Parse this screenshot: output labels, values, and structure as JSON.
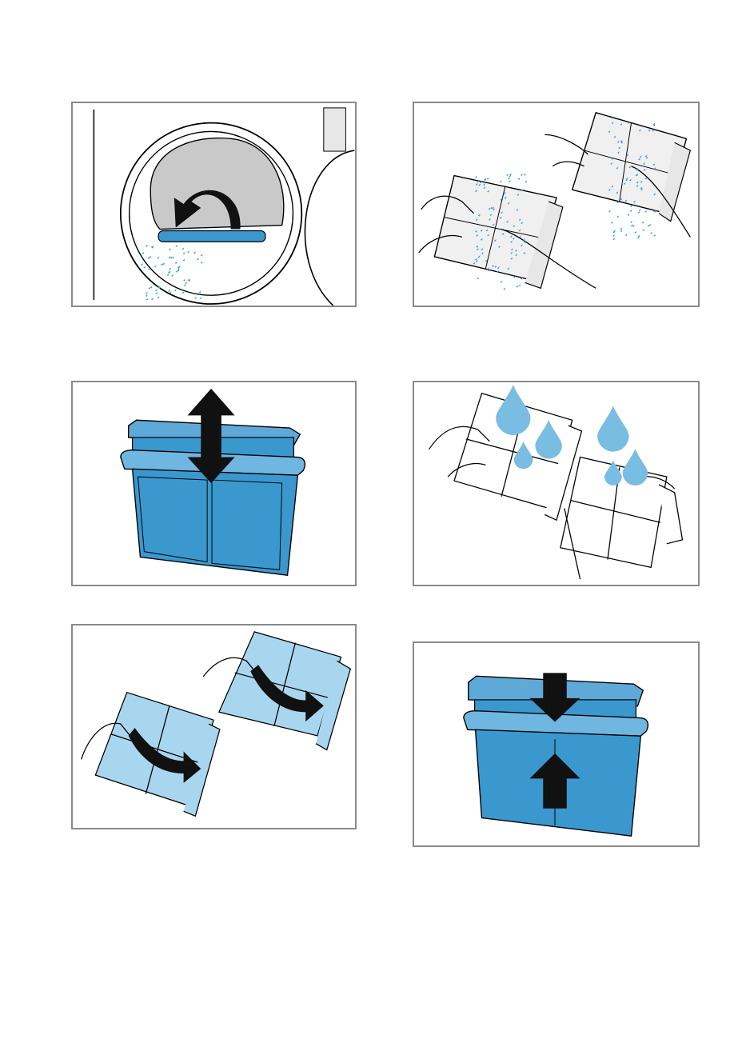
{
  "colors": {
    "frame": "#8a8a8a",
    "lint": "#3a9bd5",
    "filter_dark": "#3a98cf",
    "filter_light": "#a9d6ef",
    "water": "#79bde3",
    "arrow": "#111111"
  },
  "steps": [
    {
      "id": 1,
      "illustration": "remove-lint-from-door-filter-slot",
      "icons": [
        "curved-arrow-icon",
        "lint-particles-icon"
      ]
    },
    {
      "id": 2,
      "illustration": "brush-lint-off-filter-halves",
      "icons": [
        "hand-icon",
        "lint-particles-icon"
      ]
    },
    {
      "id": 3,
      "illustration": "pull-inner-filter-out",
      "icons": [
        "double-arrow-icon"
      ]
    },
    {
      "id": 4,
      "illustration": "rinse-filter-under-water",
      "icons": [
        "water-drop-icon",
        "hand-icon"
      ]
    },
    {
      "id": 5,
      "illustration": "fold-filter-closed",
      "icons": [
        "curved-arrow-icon",
        "hand-icon"
      ]
    },
    {
      "id": 6,
      "illustration": "push-filter-back-together",
      "icons": [
        "down-arrow-icon",
        "up-arrow-icon"
      ]
    }
  ]
}
